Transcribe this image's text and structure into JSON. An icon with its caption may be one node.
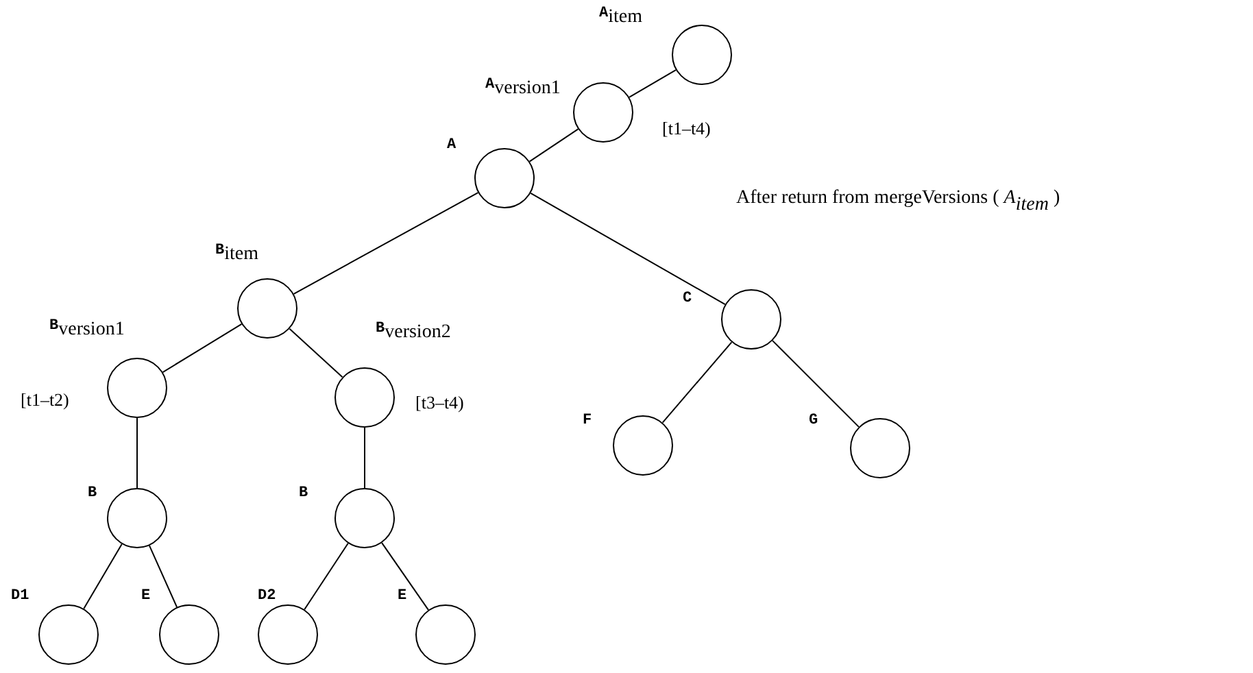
{
  "diagram": {
    "nodes": [
      {
        "text": [],
        "shape": "circle",
        "beside": [
          "A$_{item}$"
        ]
      },
      {
        "text": [],
        "shape": "circle",
        "beside": [
          "A$_{version1}$",
          "[t1–t4)"
        ]
      },
      {
        "text": [],
        "shape": "circle",
        "beside": [
          "A"
        ]
      },
      {
        "text": [],
        "shape": "circle",
        "beside": [
          "B$_{item}$"
        ]
      },
      {
        "text": [],
        "shape": "circle",
        "beside": [
          "C"
        ]
      },
      {
        "text": [],
        "shape": "circle",
        "beside": [
          "B$_{version1}$",
          "[t1–t2)"
        ]
      },
      {
        "text": [],
        "shape": "circle",
        "beside": [
          "B$_{version2}$",
          "[t3–t4)"
        ]
      },
      {
        "text": [],
        "shape": "circle",
        "beside": [
          "F"
        ]
      },
      {
        "text": [],
        "shape": "circle",
        "beside": [
          "G"
        ]
      },
      {
        "text": [],
        "shape": "circle",
        "beside": [
          "B"
        ]
      },
      {
        "text": [],
        "shape": "circle",
        "beside": [
          "B"
        ]
      },
      {
        "text": [],
        "shape": "circle",
        "beside": [
          "D1"
        ]
      },
      {
        "text": [],
        "shape": "circle",
        "beside": [
          "E"
        ]
      },
      {
        "text": [],
        "shape": "circle",
        "beside": [
          "D2"
        ]
      },
      {
        "text": [],
        "shape": "circle",
        "beside": [
          "E"
        ]
      }
    ],
    "edges": [
      {
        "from": 0,
        "to": 1,
        "arrow": "none"
      },
      {
        "from": 1,
        "to": 2,
        "arrow": "none"
      },
      {
        "from": 2,
        "to": 3,
        "arrow": "none"
      },
      {
        "from": 2,
        "to": 4,
        "arrow": "none"
      },
      {
        "from": 3,
        "to": 5,
        "arrow": "none"
      },
      {
        "from": 3,
        "to": 6,
        "arrow": "none"
      },
      {
        "from": 4,
        "to": 7,
        "arrow": "none"
      },
      {
        "from": 4,
        "to": 8,
        "arrow": "none"
      },
      {
        "from": 5,
        "to": 9,
        "arrow": "none"
      },
      {
        "from": 6,
        "to": 10,
        "arrow": "none"
      },
      {
        "from": 9,
        "to": 11,
        "arrow": "none"
      },
      {
        "from": 9,
        "to": 12,
        "arrow": "none"
      },
      {
        "from": 10,
        "to": 13,
        "arrow": "none"
      },
      {
        "from": 10,
        "to": 14,
        "arrow": "none"
      }
    ],
    "labels": [
      "After return from mergeVersions ( *A*$_{item}$ )"
    ]
  }
}
